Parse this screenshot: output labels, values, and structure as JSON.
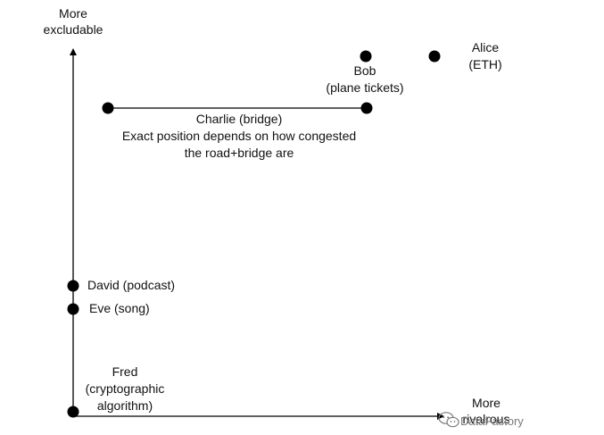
{
  "axes": {
    "y_label": [
      "More",
      "excludable"
    ],
    "x_label": [
      "More",
      "rivalrous"
    ]
  },
  "points": [
    {
      "id": "alice",
      "label": [
        "Alice",
        "(ETH)"
      ]
    },
    {
      "id": "bob",
      "label": [
        "Bob",
        "(plane tickets)"
      ]
    },
    {
      "id": "charlie",
      "label": [
        "Charlie (bridge)",
        "Exact position depends on how congested",
        "the road+bridge are"
      ]
    },
    {
      "id": "david",
      "label": [
        "David (podcast)"
      ]
    },
    {
      "id": "eve",
      "label": [
        "Eve (song)"
      ]
    },
    {
      "id": "fred",
      "label": [
        "Fred",
        "(cryptographic",
        "algorithm)"
      ]
    }
  ],
  "watermark": {
    "text": "DataFastory",
    "icon": "wechat-icon"
  },
  "colors": {
    "ink": "#000000",
    "watermark": "#7a7a7a"
  }
}
